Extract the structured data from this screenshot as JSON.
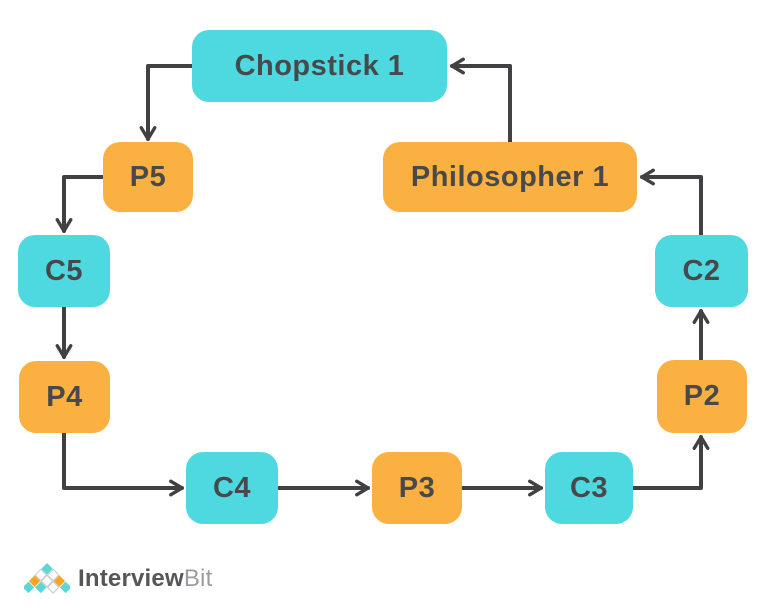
{
  "diagram": {
    "nodes": [
      {
        "id": "chopstick1",
        "label": "Chopstick 1",
        "kind": "chopstick"
      },
      {
        "id": "philosopher1",
        "label": "Philosopher 1",
        "kind": "philosopher"
      },
      {
        "id": "p5",
        "label": "P5",
        "kind": "philosopher"
      },
      {
        "id": "c5",
        "label": "C5",
        "kind": "chopstick"
      },
      {
        "id": "p4",
        "label": "P4",
        "kind": "philosopher"
      },
      {
        "id": "c4",
        "label": "C4",
        "kind": "chopstick"
      },
      {
        "id": "p3",
        "label": "P3",
        "kind": "philosopher"
      },
      {
        "id": "c3",
        "label": "C3",
        "kind": "chopstick"
      },
      {
        "id": "p2",
        "label": "P2",
        "kind": "philosopher"
      },
      {
        "id": "c2",
        "label": "C2",
        "kind": "chopstick"
      }
    ],
    "edges": [
      {
        "from": "Philosopher 1",
        "to": "Chopstick 1"
      },
      {
        "from": "Chopstick 1",
        "to": "P5"
      },
      {
        "from": "P5",
        "to": "C5"
      },
      {
        "from": "C5",
        "to": "P4"
      },
      {
        "from": "P4",
        "to": "C4"
      },
      {
        "from": "C4",
        "to": "P3"
      },
      {
        "from": "P3",
        "to": "C3"
      },
      {
        "from": "C3",
        "to": "P2"
      },
      {
        "from": "P2",
        "to": "C2"
      },
      {
        "from": "C2",
        "to": "Philosopher 1"
      }
    ],
    "colors": {
      "chopstick_fill": "#4ed9e0",
      "philosopher_fill": "#fbb042",
      "arrow": "#414042",
      "label_text": "#48494b"
    }
  },
  "footer": {
    "logo": {
      "text_primary": "Interview",
      "text_secondary": "Bit",
      "pyramid_colors": {
        "teal": "#5bd6d9",
        "orange": "#f5a623",
        "outline": "#c9cacc"
      }
    }
  }
}
